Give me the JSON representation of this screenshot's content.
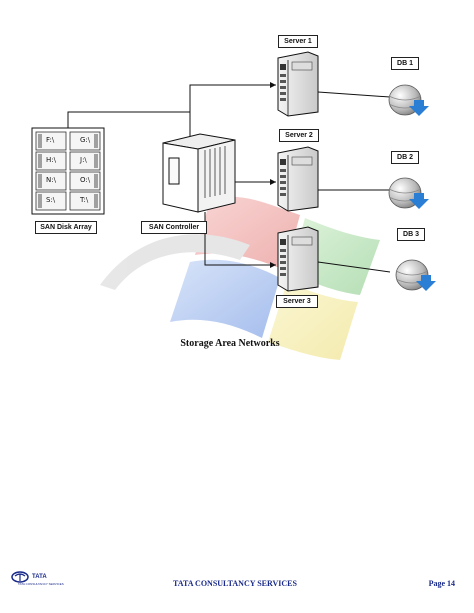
{
  "diagram": {
    "caption": "Storage Area Networks",
    "disk_array": {
      "label": "SAN Disk Array",
      "drives": [
        "F:\\",
        "G:\\",
        "H:\\",
        "J:\\",
        "N:\\",
        "O:\\",
        "S:\\",
        "T:\\"
      ]
    },
    "controller": {
      "label": "SAN Controller"
    },
    "servers": [
      {
        "label": "Server 1"
      },
      {
        "label": "Server 2"
      },
      {
        "label": "Server 3"
      }
    ],
    "databases": [
      {
        "label": "DB 1"
      },
      {
        "label": "DB 2"
      },
      {
        "label": "DB 3"
      }
    ]
  },
  "footer": {
    "logo_text": "TATA",
    "logo_subtext": "TATA CONSULTANCY SERVICES",
    "company": "TATA CONSULTANCY SERVICES",
    "page": "Page 14"
  },
  "colors": {
    "watermark_red": "#d9534f",
    "watermark_green": "#5cb85c",
    "watermark_blue": "#3a6fd8",
    "watermark_yellow": "#e8d44d",
    "db_arrow_blue": "#2a7fd4",
    "footer_blue": "#1a2a8a"
  }
}
